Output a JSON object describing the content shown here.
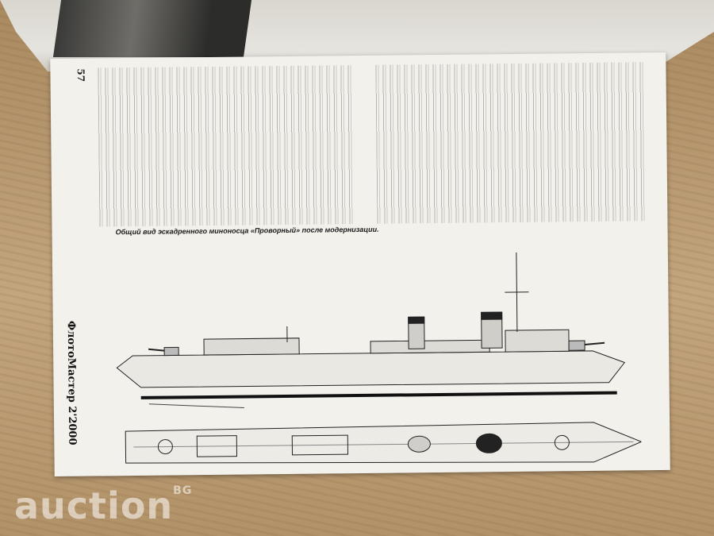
{
  "photo": {
    "description_subject": "magazine-page-with-destroyer-drawing",
    "colors": {
      "table": "#b89a72",
      "paper": "#f2f1ec",
      "ink": "#1a1a1a"
    }
  },
  "magazine": {
    "page_number": "57",
    "masthead": "ФлотоМастер 2'2000",
    "caption": "Общий вид эскадренного миноносца «Проворный» после модернизации."
  },
  "watermark": {
    "text": "auction",
    "suffix": "BG"
  }
}
